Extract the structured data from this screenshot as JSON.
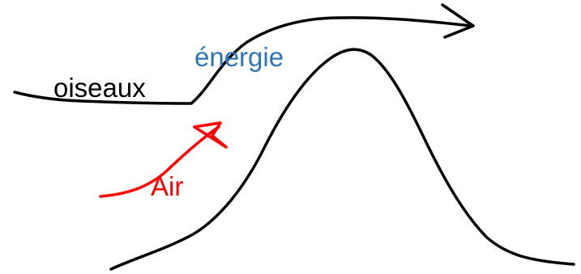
{
  "labels": {
    "oiseaux": "oiseaux",
    "energie": "énergie",
    "air": "Air"
  },
  "colors": {
    "oiseaux": "#000000",
    "energie": "#2f75b5",
    "air": "#ff0000",
    "mountain": "#000000",
    "bird_path": "#000000",
    "air_arrow": "#ff0000"
  }
}
